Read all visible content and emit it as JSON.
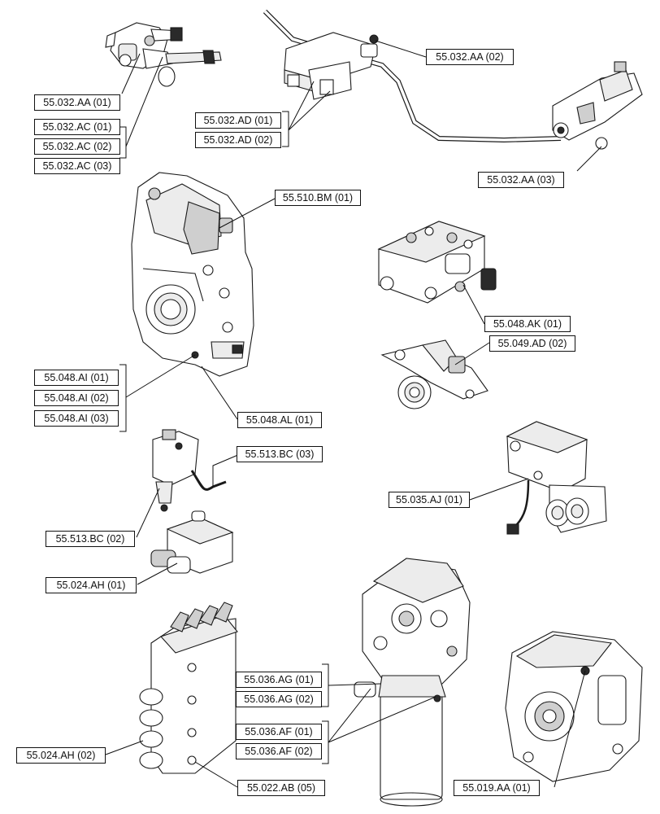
{
  "labels": {
    "l_032aa01": "55.032.AA (01)",
    "l_032ac01": "55.032.AC (01)",
    "l_032ac02": "55.032.AC (02)",
    "l_032ac03": "55.032.AC (03)",
    "l_032aa02": "55.032.AA (02)",
    "l_032ad01": "55.032.AD (01)",
    "l_032ad02": "55.032.AD (02)",
    "l_032aa03": "55.032.AA (03)",
    "l_510bm01": "55.510.BM (01)",
    "l_048ak01": "55.048.AK (01)",
    "l_049ad02": "55.049.AD (02)",
    "l_048ai01": "55.048.AI (01)",
    "l_048ai02": "55.048.AI (02)",
    "l_048ai03": "55.048.AI (03)",
    "l_048al01": "55.048.AL (01)",
    "l_513bc03": "55.513.BC (03)",
    "l_513bc02": "55.513.BC (02)",
    "l_035aj01": "55.035.AJ (01)",
    "l_024ah01": "55.024.AH (01)",
    "l_036ag01": "55.036.AG (01)",
    "l_036ag02": "55.036.AG (02)",
    "l_036af01": "55.036.AF (01)",
    "l_036af02": "55.036.AF (02)",
    "l_024ah02": "55.024.AH (02)",
    "l_022ab05": "55.022.AB (05)",
    "l_019aa01": "55.019.AA (01)"
  },
  "colors": {
    "line": "#111111",
    "background": "#ffffff"
  }
}
